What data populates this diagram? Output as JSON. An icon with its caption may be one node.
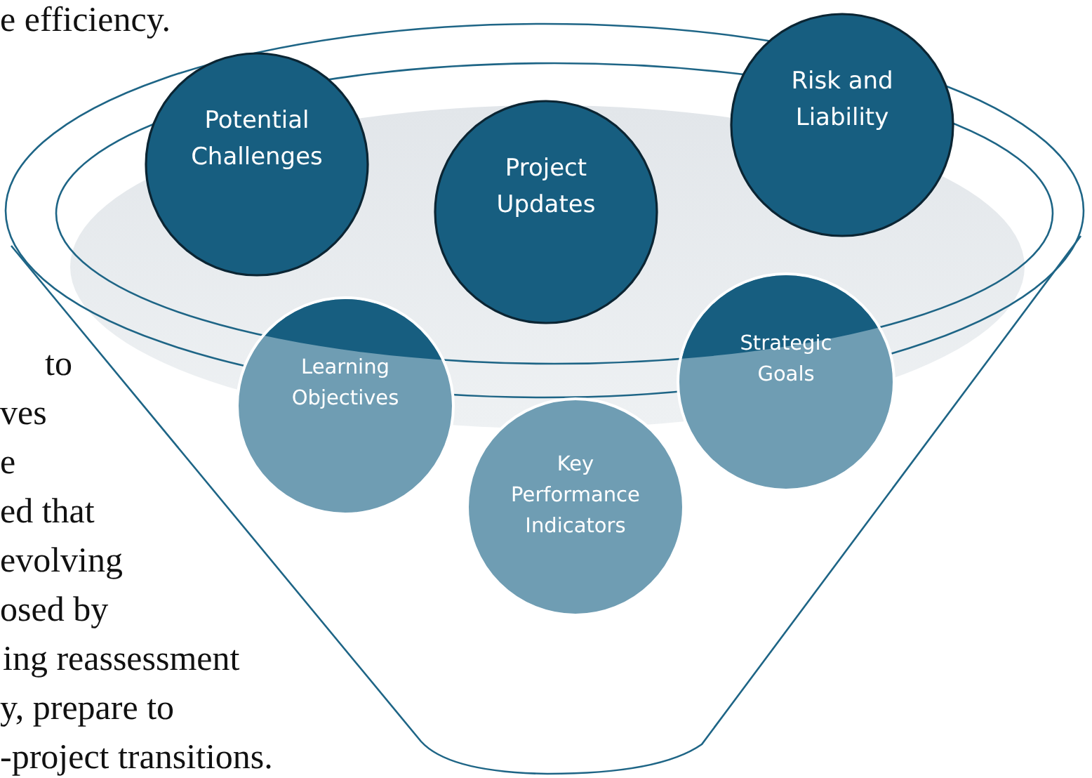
{
  "diagram": {
    "nodes": [
      {
        "text": [
          "Potential Challenges"
        ]
      },
      {
        "text": [
          "Project Updates"
        ]
      },
      {
        "text": [
          "Risk and Liability"
        ]
      },
      {
        "text": [
          "Learning Objectives"
        ]
      },
      {
        "text": [
          "Strategic Goals"
        ]
      },
      {
        "text": [
          "Key Performance Indicators"
        ]
      }
    ],
    "labels": [
      "e efficiency.",
      "to",
      "ves",
      "e",
      "ed that",
      "evolving",
      "osed by",
      "ing reassessment",
      "y, prepare to",
      "-project transitions."
    ]
  }
}
